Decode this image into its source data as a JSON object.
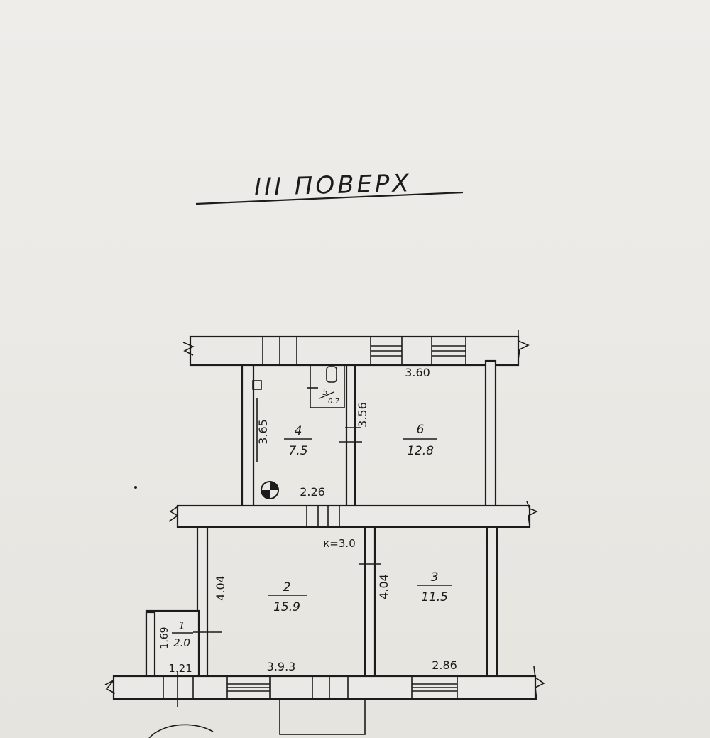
{
  "header": {
    "title": "ІІІ ПОВЕРХ"
  },
  "rooms": [
    {
      "id": "1",
      "number": "1",
      "area": "2.0"
    },
    {
      "id": "2",
      "number": "2",
      "area": "15.9"
    },
    {
      "id": "3",
      "number": "3",
      "area": "11.5"
    },
    {
      "id": "4",
      "number": "4",
      "area": "7.5"
    },
    {
      "id": "5",
      "number": "5",
      "area": "0.7"
    },
    {
      "id": "6",
      "number": "6",
      "area": "12.8"
    }
  ],
  "dimensions": {
    "top_right_width": "3.60",
    "room4_height": "3.65",
    "room6_height": "3.56",
    "room4_width": "2.26",
    "corridor_height": "к=3.0",
    "room2_height": "4.04",
    "room3_height": "4.04",
    "room1_height": "1.69",
    "room1_width": "1.21",
    "room2_width": "3.9.3",
    "room3_width": "2.86"
  }
}
